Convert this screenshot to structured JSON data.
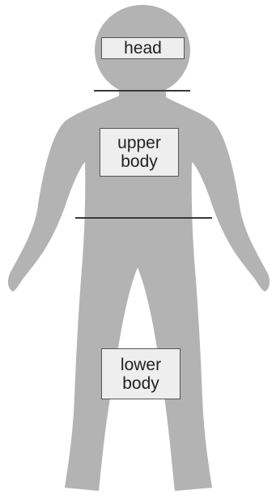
{
  "diagram": {
    "labels": {
      "head": "head",
      "upper_body": "upper\nbody",
      "lower_body": "lower\nbody"
    },
    "colors": {
      "silhouette": "#b3b3b3",
      "divider": "#3a3a3a",
      "label_fill": "#eeeeee",
      "label_border": "#555555"
    }
  }
}
